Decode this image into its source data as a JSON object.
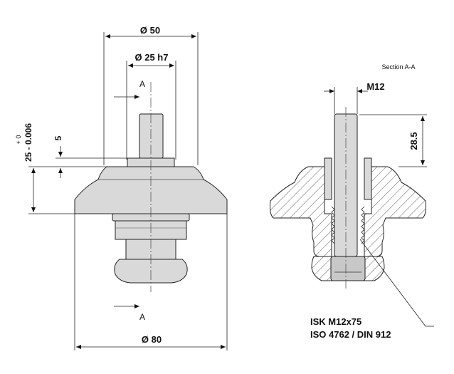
{
  "front_view": {
    "dim_top_outer": "Ø 50",
    "dim_shaft": "Ø 25 h7",
    "dim_bottom": "Ø 80",
    "dim_step": "5",
    "dim_height": "25 - 0.006",
    "dim_height_upper_tol": "+ 0",
    "section_marker_top": "A",
    "section_marker_bottom": "A"
  },
  "section_view": {
    "title": "Section A-A",
    "dim_thread": "M12",
    "dim_height": "28.5",
    "screw_callout_line1": "ISK M12x75",
    "screw_callout_line2": "ISO 4762 / DIN 912"
  }
}
